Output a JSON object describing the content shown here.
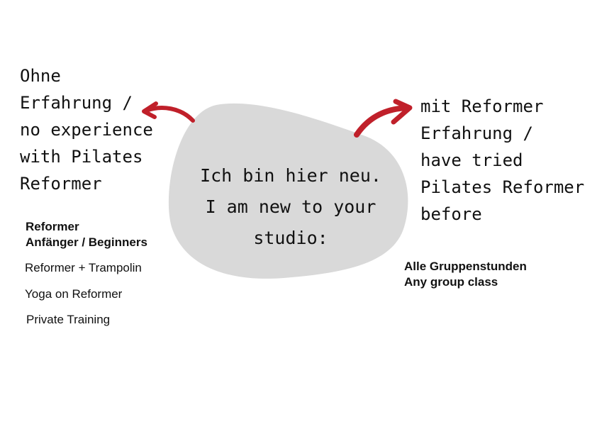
{
  "center": {
    "lines": [
      "Ich bin hier neu.",
      "I am new to your",
      "studio:"
    ]
  },
  "left": {
    "heading": [
      "Ohne",
      "Erfahrung /",
      "no experience",
      "with Pilates",
      "Reformer"
    ],
    "primary_class": [
      "Reformer",
      "Anfänger / Beginners"
    ],
    "classes": [
      "Reformer + Trampolin",
      "Yoga on Reformer",
      "Private Training"
    ]
  },
  "right": {
    "heading": [
      "mit Reformer",
      "Erfahrung /",
      "have tried",
      "Pilates Reformer",
      "before"
    ],
    "primary_class": [
      "Alle Gruppenstunden",
      "Any group class"
    ]
  },
  "colors": {
    "blob": "#d9d9d9",
    "arrow": "#c0202a"
  }
}
